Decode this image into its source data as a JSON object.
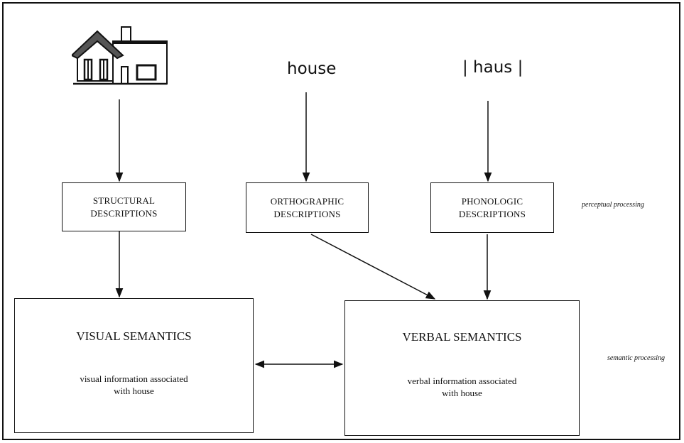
{
  "stimuli": {
    "picture": "house-picture",
    "word": "house",
    "phonology": "| haus |"
  },
  "descriptions": {
    "structural": [
      "STRUCTURAL",
      "DESCRIPTIONS"
    ],
    "orthographic": [
      "ORTHOGRAPHIC",
      "DESCRIPTIONS"
    ],
    "phonologic": [
      "PHONOLOGIC",
      "DESCRIPTIONS"
    ]
  },
  "semantics": {
    "visual": {
      "title": "VISUAL SEMANTICS",
      "desc": [
        "visual information associated",
        "with house"
      ]
    },
    "verbal": {
      "title": "VERBAL SEMANTICS",
      "desc": [
        "verbal information associated",
        "with house"
      ]
    }
  },
  "levels": {
    "perceptual": "perceptual processing",
    "semantic": "semantic processing"
  },
  "colors": {
    "ink": "#111111",
    "house_roof": "#555555"
  }
}
